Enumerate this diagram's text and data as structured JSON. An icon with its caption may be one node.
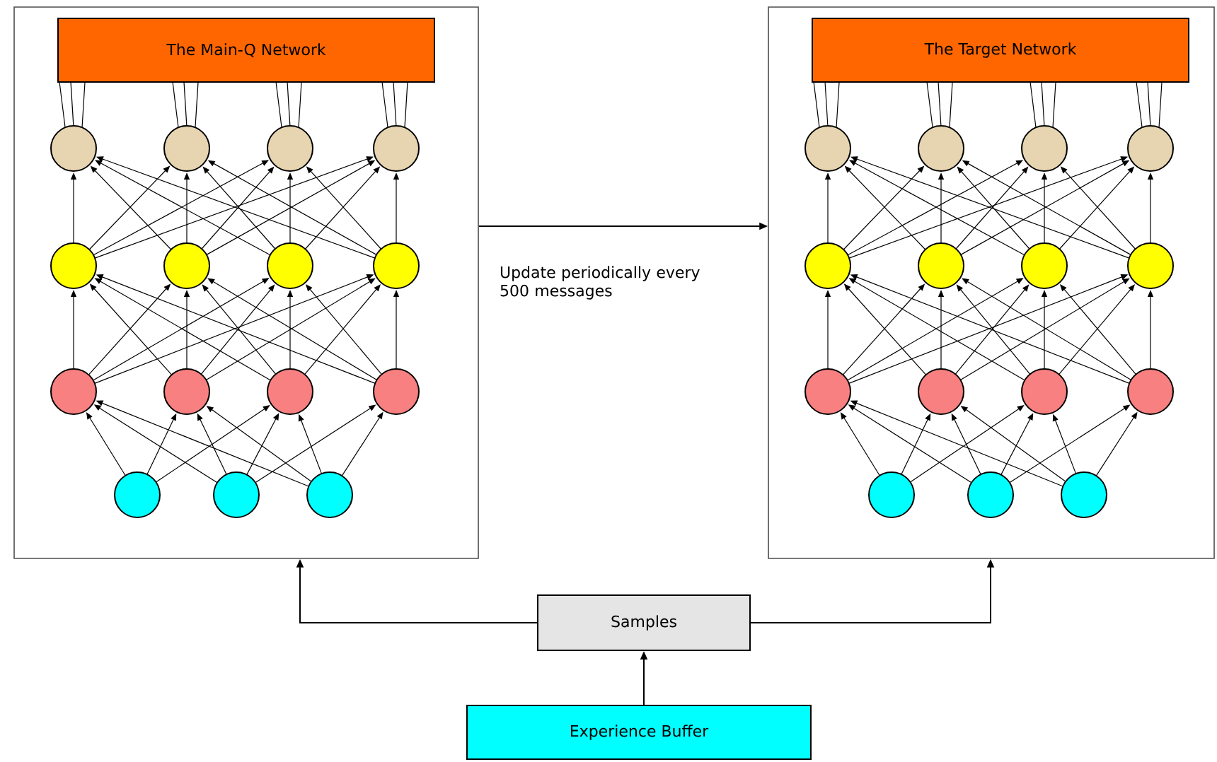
{
  "diagram": {
    "nodes": [
      {
        "text": [],
        "shape": "box"
      },
      {
        "text": [
          "The Main-Q Network"
        ],
        "in": 0
      },
      {
        "text": [],
        "shape": "box"
      },
      {
        "text": [
          "The Target Network"
        ],
        "in": 2
      },
      {
        "text": [
          "Samples"
        ]
      },
      {
        "text": [
          "Experience Buffer"
        ]
      }
    ],
    "edges": [
      {
        "from": 0,
        "to": 2,
        "arrow": "to",
        "label": "Update periodically every 500 messages"
      },
      {
        "from": 4,
        "to": 0,
        "arrow": "to"
      },
      {
        "from": 4,
        "to": 2,
        "arrow": "to"
      },
      {
        "from": 5,
        "to": 4,
        "arrow": "to"
      }
    ]
  }
}
